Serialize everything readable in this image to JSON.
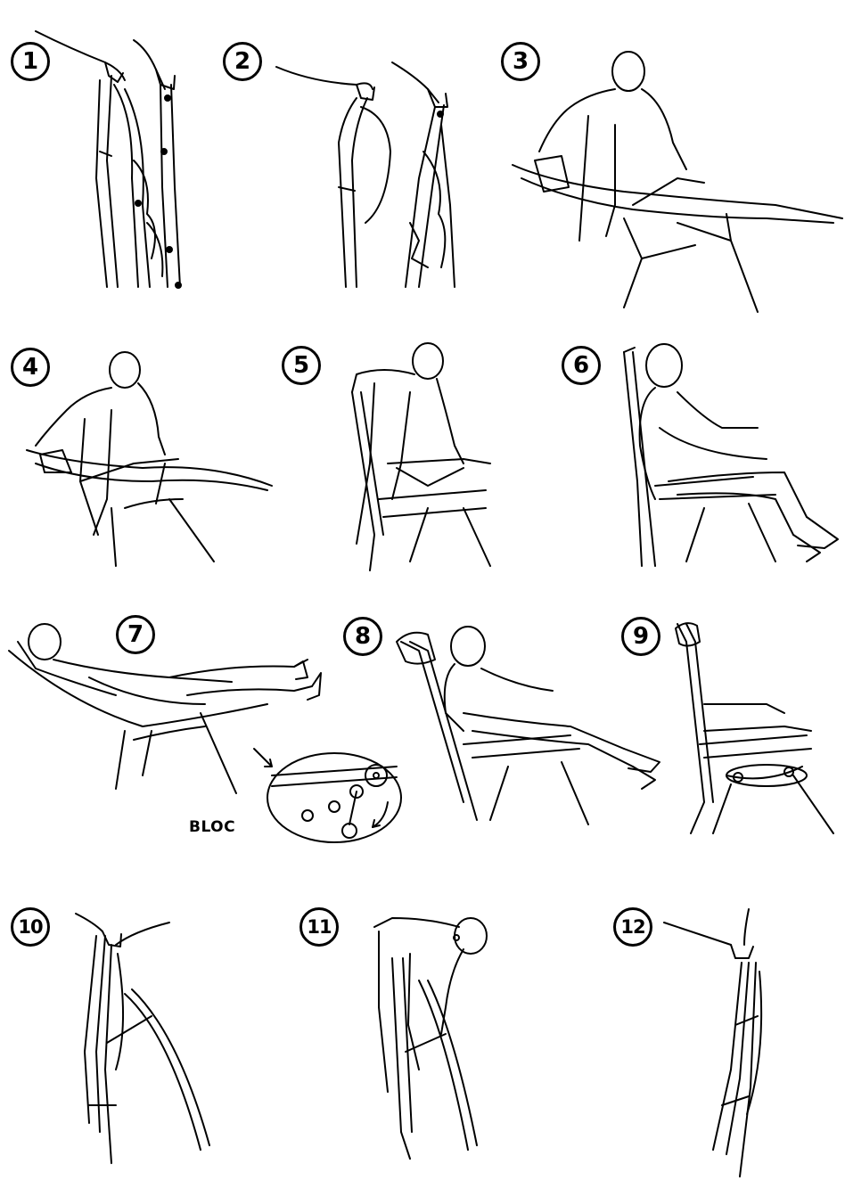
{
  "steps": [
    {
      "number": "1"
    },
    {
      "number": "2"
    },
    {
      "number": "3"
    },
    {
      "number": "4"
    },
    {
      "number": "5"
    },
    {
      "number": "6"
    },
    {
      "number": "7"
    },
    {
      "number": "8"
    },
    {
      "number": "9"
    },
    {
      "number": "10"
    },
    {
      "number": "11"
    },
    {
      "number": "12"
    }
  ],
  "detail_label": "BLOC",
  "colors": {
    "line": "#000000",
    "background": "#ffffff"
  }
}
